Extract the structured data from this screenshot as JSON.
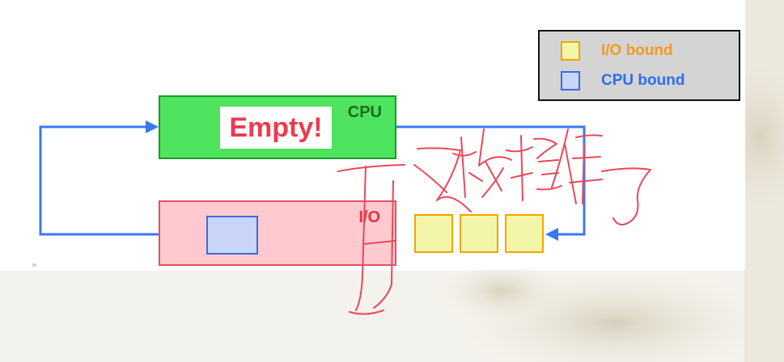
{
  "legend": {
    "items": [
      {
        "label": "I/O bound",
        "color": "#f39a24",
        "swatch_fill": "#f3f6a8",
        "swatch_border": "#f0a500"
      },
      {
        "label": "CPU bound",
        "color": "#2e6ef0",
        "swatch_fill": "#c9d5f7",
        "swatch_border": "#3a6de0"
      }
    ]
  },
  "cpu": {
    "label": "CPU",
    "status": "Empty!",
    "fill": "#4ee35e"
  },
  "io": {
    "label": "I/O",
    "fill": "#ffc9d0"
  },
  "ready_queue": {
    "count": 3,
    "kind": "I/O bound"
  },
  "handwriting": {
    "text": "又被挡住了",
    "color": "#e94858"
  },
  "arrow_color": "#3a78f0",
  "corner_mark": "≈"
}
